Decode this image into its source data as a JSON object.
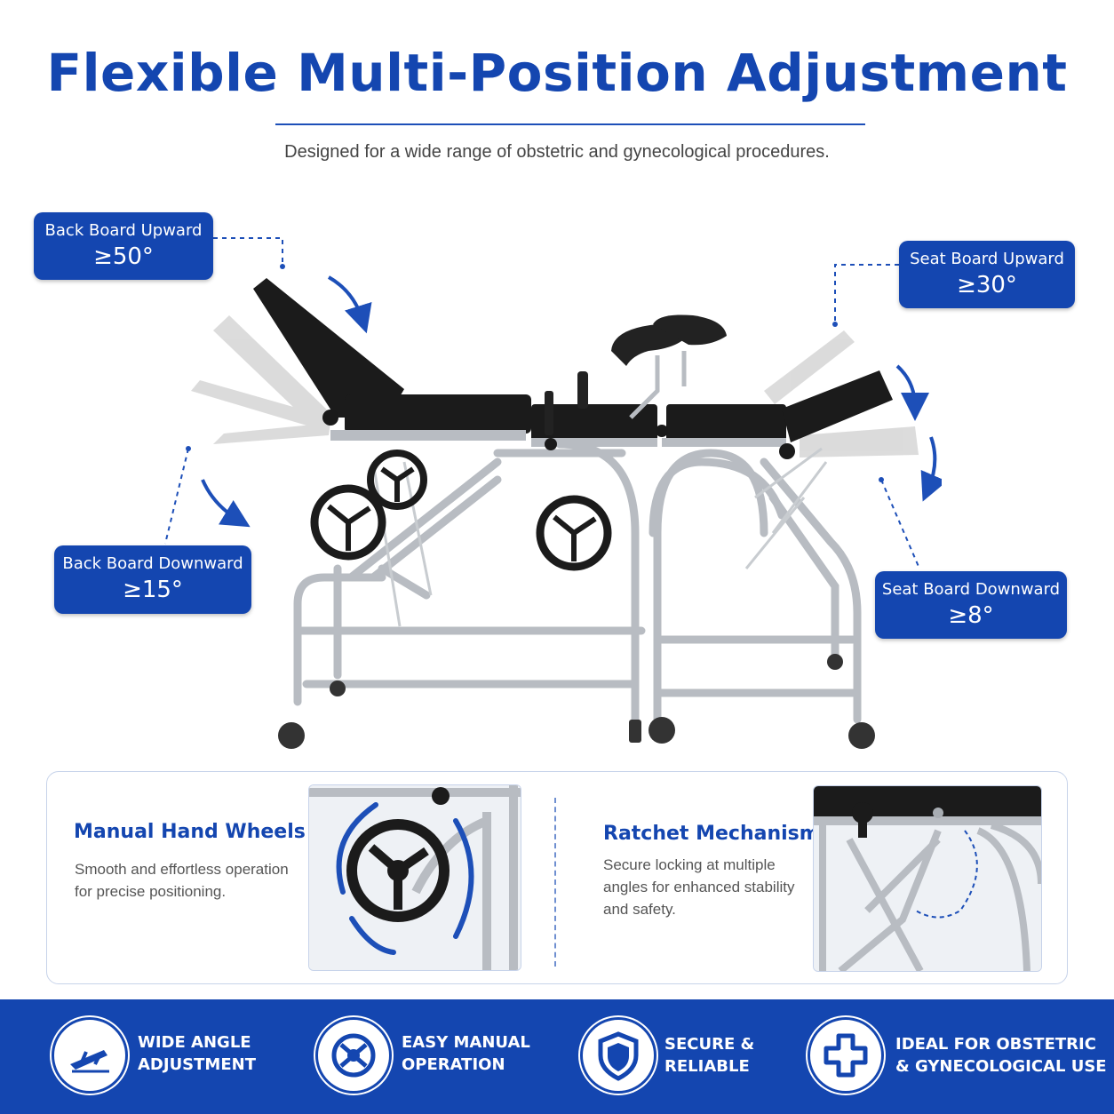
{
  "header": {
    "title": "Flexible Multi-Position Adjustment",
    "subtitle": "Designed for a wide range of obstetric and gynecological procedures."
  },
  "callouts": {
    "back_up": {
      "label": "Back Board Upward",
      "value": "≥50°"
    },
    "seat_up": {
      "label": "Seat Board Upward",
      "value": "≥30°"
    },
    "back_down": {
      "label": "Back Board Downward",
      "value": "≥15°"
    },
    "seat_down": {
      "label": "Seat Board Downward",
      "value": "≥8°"
    }
  },
  "features": [
    {
      "title": "Manual Hand Wheels",
      "desc_line1": "Smooth and effortless operation",
      "desc_line2": "for precise positioning.",
      "desc_line3": ""
    },
    {
      "title": "Ratchet Mechanisms",
      "desc_line1": "Secure locking at multiple",
      "desc_line2": "angles for enhanced stability",
      "desc_line3": "and safety."
    }
  ],
  "badges": [
    {
      "line1": "WIDE ANGLE",
      "line2": "ADJUSTMENT",
      "icon": "angle-adjust-icon"
    },
    {
      "line1": "EASY MANUAL",
      "line2": "OPERATION",
      "icon": "hand-wheel-icon"
    },
    {
      "line1": "SECURE &",
      "line2": "RELIABLE",
      "icon": "shield-icon"
    },
    {
      "line1": "IDEAL FOR OBSTETRIC",
      "line2": "& GYNECOLOGICAL USE",
      "icon": "medical-cross-icon"
    }
  ],
  "colors": {
    "brand_blue": "#1446b0",
    "table_black": "#1b1b1b",
    "steel": "#b8bcc2"
  }
}
